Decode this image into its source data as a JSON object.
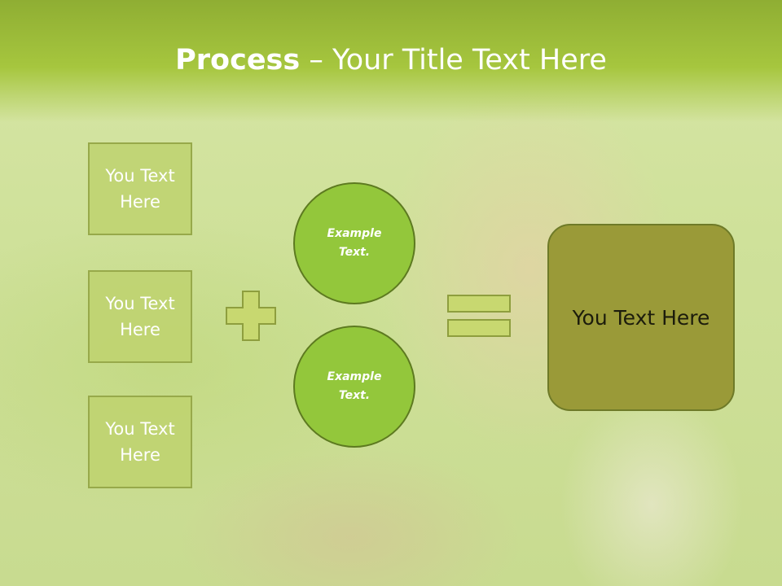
{
  "title": {
    "bold_part": "Process",
    "separator": " – ",
    "rest": "Your Title Text Here"
  },
  "input_boxes": [
    {
      "line1": "You Text",
      "line2": "Here"
    },
    {
      "line1": "You Text",
      "line2": "Here"
    },
    {
      "line1": "You Text",
      "line2": "Here"
    }
  ],
  "circles": [
    {
      "line1": "Example",
      "line2": "Text."
    },
    {
      "line1": "Example",
      "line2": "Text."
    }
  ],
  "result": {
    "label": "You Text Here"
  },
  "colors": {
    "title_band": "#a6c63e",
    "box_fill": "#bed26e",
    "circle_fill": "#93c73b",
    "result_fill": "#9a9a38",
    "operator_fill": "#c8d870"
  }
}
